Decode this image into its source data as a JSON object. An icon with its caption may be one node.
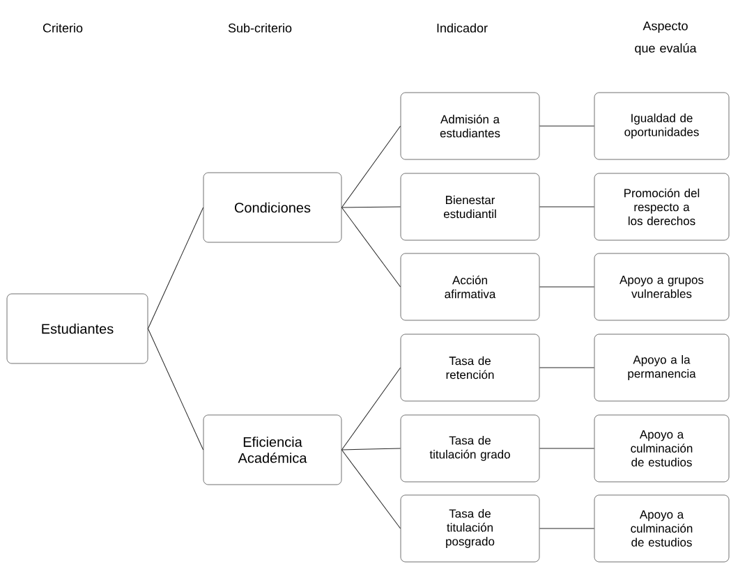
{
  "diagram": {
    "nodes": [
      {
        "text": [
          "Estudiantes"
        ]
      },
      {
        "text": [
          "Condiciones"
        ]
      },
      {
        "text": [
          "Eficiencia Académica"
        ]
      },
      {
        "text": [
          "Admisión a estudiantes"
        ]
      },
      {
        "text": [
          "Bienestar estudiantil"
        ]
      },
      {
        "text": [
          "Acción afirmativa"
        ]
      },
      {
        "text": [
          "Tasa de retención"
        ]
      },
      {
        "text": [
          "Tasa de titulación grado"
        ]
      },
      {
        "text": [
          "Tasa de titulación posgrado"
        ]
      },
      {
        "text": [
          "Igualdad de oportunidades"
        ]
      },
      {
        "text": [
          "Promoción del respecto a los derechos"
        ]
      },
      {
        "text": [
          "Apoyo a grupos vulnerables"
        ]
      },
      {
        "text": [
          "Apoyo a la permanencia"
        ]
      },
      {
        "text": [
          "Apoyo a culminación de estudios"
        ]
      },
      {
        "text": [
          "Apoyo a culminación de estudios"
        ]
      }
    ],
    "edges": [
      {
        "from": 0,
        "to": 1,
        "arrow": "none"
      },
      {
        "from": 0,
        "to": 2,
        "arrow": "none"
      },
      {
        "from": 1,
        "to": 3,
        "arrow": "none"
      },
      {
        "from": 1,
        "to": 4,
        "arrow": "none"
      },
      {
        "from": 1,
        "to": 5,
        "arrow": "none"
      },
      {
        "from": 2,
        "to": 6,
        "arrow": "none"
      },
      {
        "from": 2,
        "to": 7,
        "arrow": "none"
      },
      {
        "from": 2,
        "to": 8,
        "arrow": "none"
      },
      {
        "from": 3,
        "to": 9,
        "arrow": "none"
      },
      {
        "from": 4,
        "to": 10,
        "arrow": "none"
      },
      {
        "from": 5,
        "to": 11,
        "arrow": "none"
      },
      {
        "from": 6,
        "to": 12,
        "arrow": "none"
      },
      {
        "from": 7,
        "to": 13,
        "arrow": "none"
      },
      {
        "from": 8,
        "to": 14,
        "arrow": "none"
      }
    ],
    "labels": [
      "Criterio",
      "Sub-criterio",
      "Indicador",
      "Aspecto que evalúa"
    ]
  }
}
